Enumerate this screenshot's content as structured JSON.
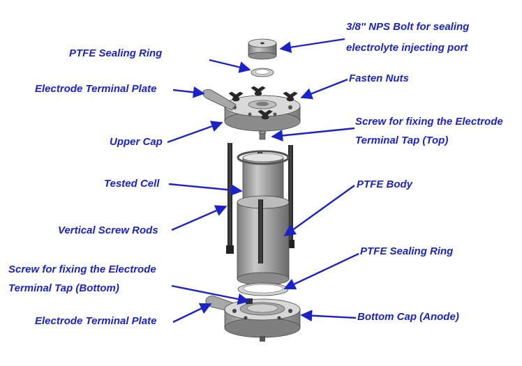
{
  "labels": {
    "bolt_line1": "3/8'' NPS Bolt for sealing",
    "bolt_line2": "electrolyte injecting port",
    "ptfe_ring_top": "PTFE Sealing Ring",
    "fasten_nuts": "Fasten Nuts",
    "terminal_plate_top": "Electrode Terminal Plate",
    "screw_top_line1": "Screw for fixing the Electrode",
    "screw_top_line2": "Terminal Tap (Top)",
    "upper_cap": "Upper Cap",
    "tested_cell": "Tested Cell",
    "ptfe_body": "PTFE Body",
    "vertical_rods": "Vertical Screw Rods",
    "ptfe_ring_bottom": "PTFE Sealing Ring",
    "screw_bottom_line1": "Screw for fixing the Electrode",
    "screw_bottom_line2": "Terminal Tap (Bottom)",
    "terminal_plate_bottom": "Electrode Terminal Plate",
    "bottom_cap": "Bottom Cap (Anode)"
  },
  "colors": {
    "label": "#1a22c8",
    "metal_light": "#d6d6d6",
    "metal_mid": "#a9a9a9",
    "metal_dark": "#5a5a5a",
    "rod": "#2b2b2b"
  }
}
